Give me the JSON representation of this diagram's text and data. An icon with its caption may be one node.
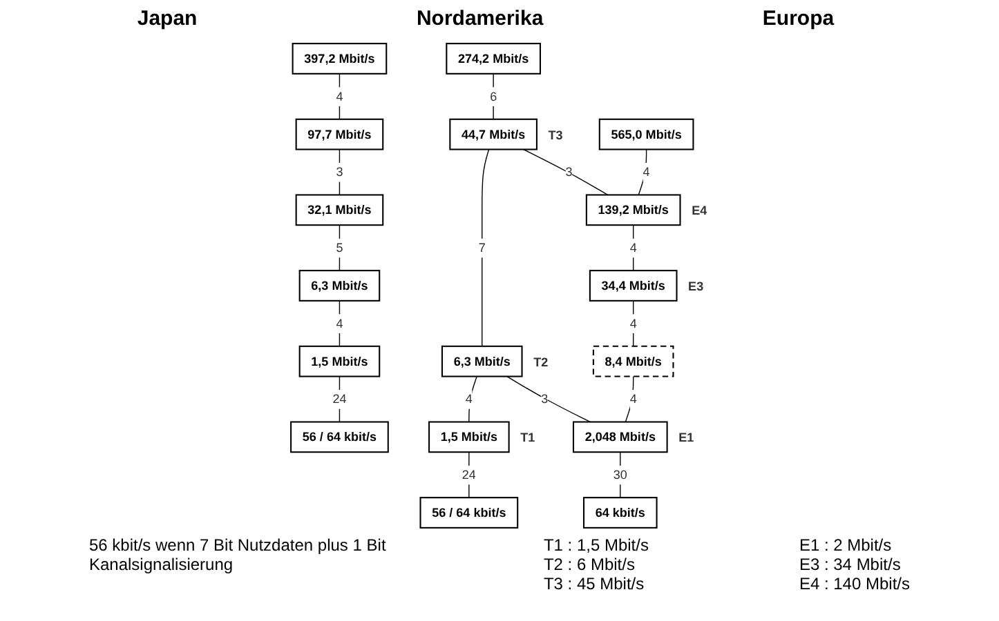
{
  "diagram": {
    "nodes": [
      {
        "text": [
          "397,2 Mbit/s"
        ]
      },
      {
        "text": [
          "97,7 Mbit/s"
        ]
      },
      {
        "text": [
          "32,1 Mbit/s"
        ]
      },
      {
        "text": [
          "6,3 Mbit/s"
        ]
      },
      {
        "text": [
          "1,5 Mbit/s"
        ]
      },
      {
        "text": [
          "56 / 64 kbit/s"
        ]
      },
      {
        "text": [
          "274,2 Mbit/s"
        ]
      },
      {
        "text": [
          "44,7 Mbit/s"
        ],
        "beside": [
          "T3"
        ]
      },
      {
        "text": [
          "6,3 Mbit/s"
        ],
        "beside": [
          "T2"
        ]
      },
      {
        "text": [
          "1,5 Mbit/s"
        ],
        "beside": [
          "T1"
        ]
      },
      {
        "text": [
          "56 / 64 kbit/s"
        ]
      },
      {
        "text": [
          "565,0 Mbit/s"
        ]
      },
      {
        "text": [
          "139,2 Mbit/s"
        ],
        "beside": [
          "E4"
        ]
      },
      {
        "text": [
          "34,4 Mbit/s"
        ],
        "beside": [
          "E3"
        ]
      },
      {
        "text": [
          "8,4 Mbit/s"
        ]
      },
      {
        "text": [
          "2,048 Mbit/s"
        ],
        "beside": [
          "E1"
        ]
      },
      {
        "text": [
          "64 kbit/s"
        ]
      }
    ],
    "edges": [
      {
        "from": 0,
        "to": 1,
        "arrow": "none",
        "label": "4"
      },
      {
        "from": 1,
        "to": 2,
        "arrow": "none",
        "label": "3"
      },
      {
        "from": 2,
        "to": 3,
        "arrow": "none",
        "label": "5"
      },
      {
        "from": 3,
        "to": 4,
        "arrow": "none",
        "label": "4"
      },
      {
        "from": 4,
        "to": 5,
        "arrow": "none",
        "label": "24"
      },
      {
        "from": 6,
        "to": 7,
        "arrow": "none",
        "label": "6"
      },
      {
        "from": 7,
        "to": 8,
        "arrow": "none",
        "label": "7"
      },
      {
        "from": 8,
        "to": 9,
        "arrow": "none",
        "label": "4"
      },
      {
        "from": 9,
        "to": 10,
        "arrow": "none",
        "label": "24"
      },
      {
        "from": 11,
        "to": 12,
        "arrow": "none",
        "label": "4"
      },
      {
        "from": 12,
        "to": 13,
        "arrow": "none",
        "label": "4"
      },
      {
        "from": 13,
        "to": 14,
        "arrow": "none",
        "label": "4"
      },
      {
        "from": 14,
        "to": 15,
        "arrow": "none",
        "label": "4"
      },
      {
        "from": 15,
        "to": 16,
        "arrow": "none",
        "label": "30"
      },
      {
        "from": 7,
        "to": 12,
        "arrow": "none",
        "label": "3"
      },
      {
        "from": 8,
        "to": 15,
        "arrow": "none",
        "label": "3"
      }
    ],
    "labels": [
      "Japan",
      "Nordamerika",
      "Europa",
      "56 kbit/s wenn 7 Bit Nutzdaten plus 1 Bit Kanalsignalisierung",
      "T1 : 1,5 Mbit/s",
      "T2 : 6 Mbit/s",
      "T3 : 45 Mbit/s",
      "E1 : 2 Mbit/s",
      "E3 : 34 Mbit/s",
      "E4 : 140 Mbit/s"
    ]
  }
}
